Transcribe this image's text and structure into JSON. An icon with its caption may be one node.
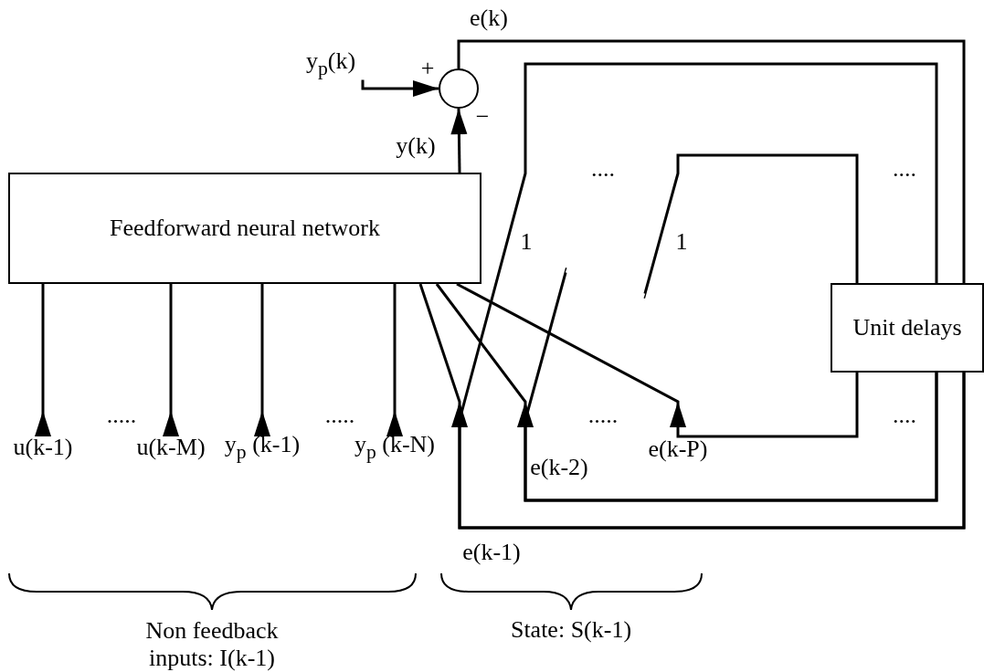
{
  "diagram": {
    "nodes": [
      {
        "text": [
          "y$_{p}$(k)"
        ]
      },
      {
        "text": [],
        "shape": "circle",
        "beside": [
          "+",
          "−"
        ]
      },
      {
        "text": [
          "Feedforward neural network"
        ]
      },
      {
        "text": [
          "Unit delays"
        ]
      },
      {
        "text": [
          "u(k-1)"
        ]
      },
      {
        "text": [
          "u(k-M)"
        ]
      },
      {
        "text": [
          "y$_{p}$ (k-1)"
        ]
      },
      {
        "text": [
          "y$_{p}$ (k-N)"
        ]
      }
    ],
    "edges": [
      {
        "from": 0,
        "to": 1,
        "arrow": "to"
      },
      {
        "from": 2,
        "to": 1,
        "arrow": "to",
        "label": "y(k)"
      },
      {
        "from": 1,
        "to": 3,
        "arrow": "none",
        "label": "e(k)"
      },
      {
        "from": 3,
        "to": 2,
        "arrow": "to",
        "label": "e(k-1)"
      },
      {
        "from": 3,
        "to": 3,
        "arrow": "none",
        "label": "1"
      },
      {
        "from": 3,
        "to": 2,
        "arrow": "to",
        "label": "e(k-2)"
      },
      {
        "from": 3,
        "to": 3,
        "arrow": "none",
        "label": "1"
      },
      {
        "from": 3,
        "to": 2,
        "arrow": "to",
        "label": "e(k-P)"
      },
      {
        "from": 4,
        "to": 2,
        "arrow": "to"
      },
      {
        "from": 5,
        "to": 2,
        "arrow": "to"
      },
      {
        "from": 6,
        "to": 2,
        "arrow": "to"
      },
      {
        "from": 7,
        "to": 2,
        "arrow": "to"
      }
    ],
    "labels": [
      "....",
      "....",
      ".....",
      ".....",
      ".....",
      "....",
      "Non feedback inputs: I(k-1)",
      "State: S(k-1)"
    ]
  }
}
